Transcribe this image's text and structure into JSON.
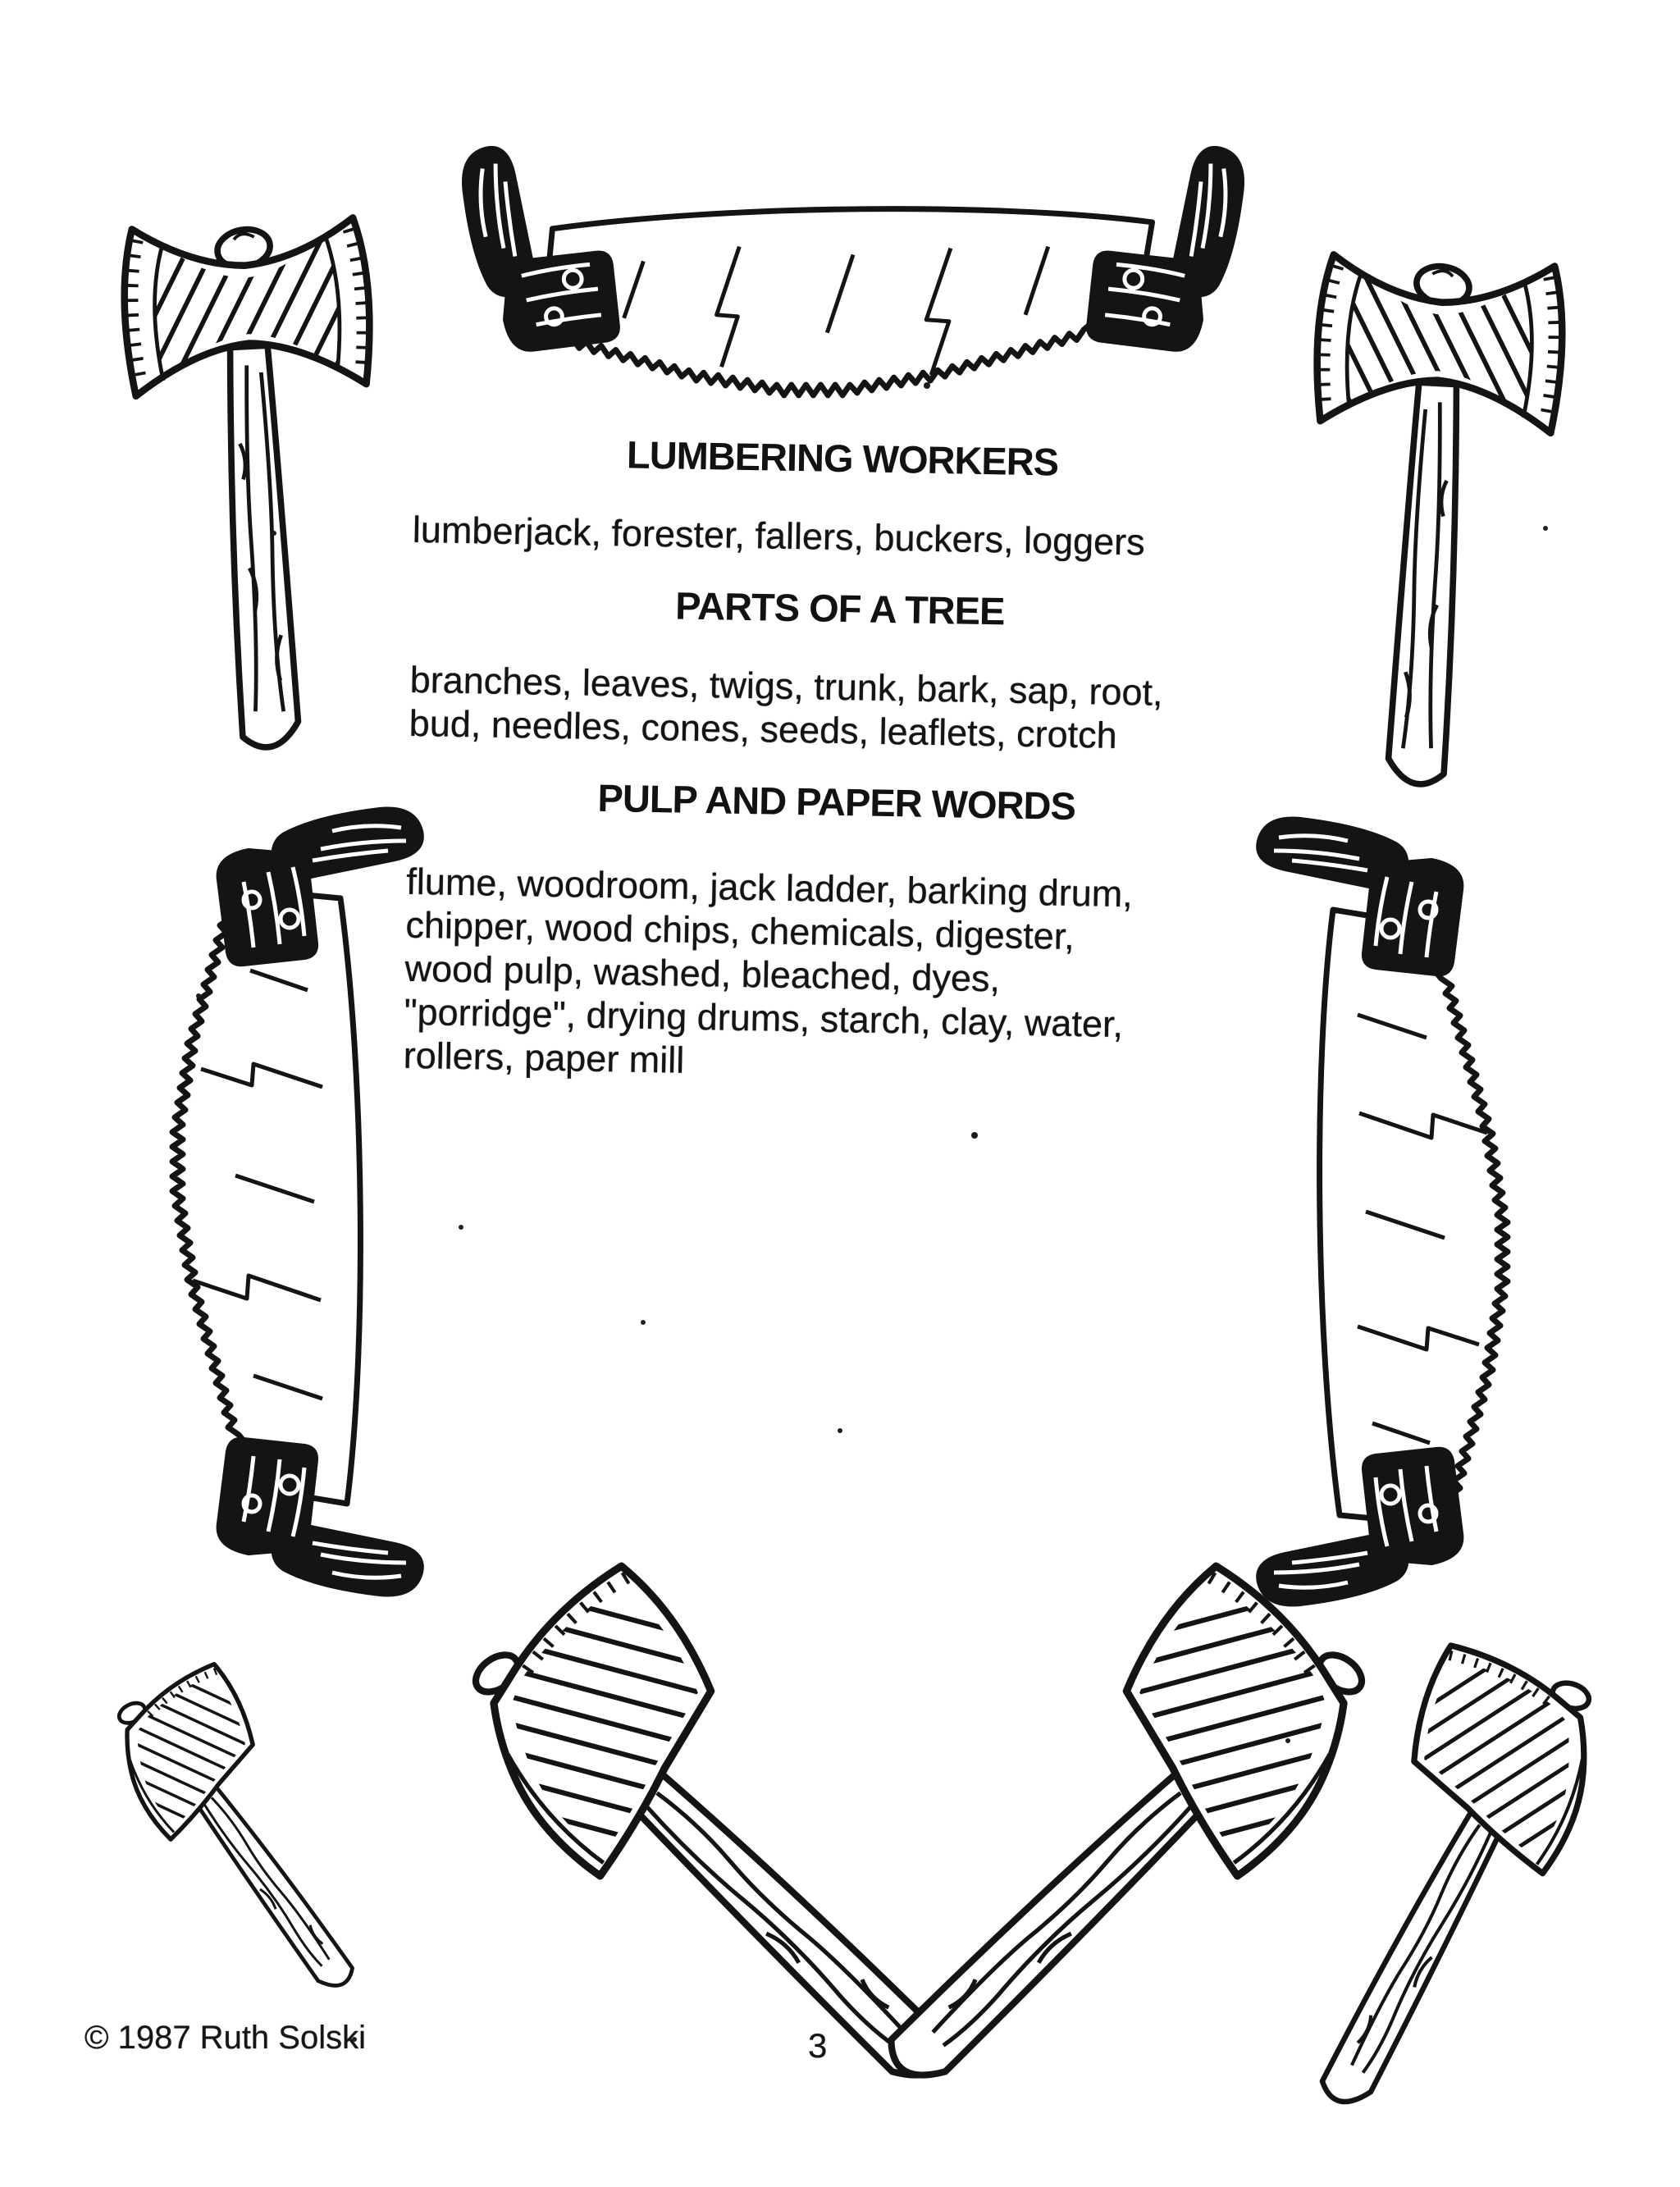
{
  "document": {
    "sections": [
      {
        "heading": "LUMBERING WORKERS",
        "lines": [
          "lumberjack, forester, fallers, buckers, loggers"
        ]
      },
      {
        "heading": "PARTS OF A TREE",
        "lines": [
          "branches, leaves, twigs, trunk, bark, sap, root,",
          "bud, needles, cones, seeds, leaflets, crotch"
        ]
      },
      {
        "heading": "PULP AND PAPER WORDS",
        "lines": [
          "flume, woodroom, jack ladder, barking drum,",
          "chipper, wood chips, chemicals, digester,",
          "wood pulp, washed, bleached, dyes,",
          "\"porridge\", drying drums, starch, clay, water,",
          "rollers, paper mill"
        ]
      }
    ],
    "footer": {
      "copyright": "© 1987 Ruth Solski",
      "page_number": "3"
    },
    "illustrations": [
      "double-bit-axe-top-left",
      "two-man-crosscut-saw-top",
      "double-bit-axe-top-right",
      "two-man-crosscut-saw-left",
      "two-man-crosscut-saw-right",
      "hatchet-bottom-left",
      "crossed-axes-bottom-center",
      "single-bit-axe-bottom-right"
    ],
    "ink_color": "#141414",
    "paper_color": "#ffffff"
  }
}
